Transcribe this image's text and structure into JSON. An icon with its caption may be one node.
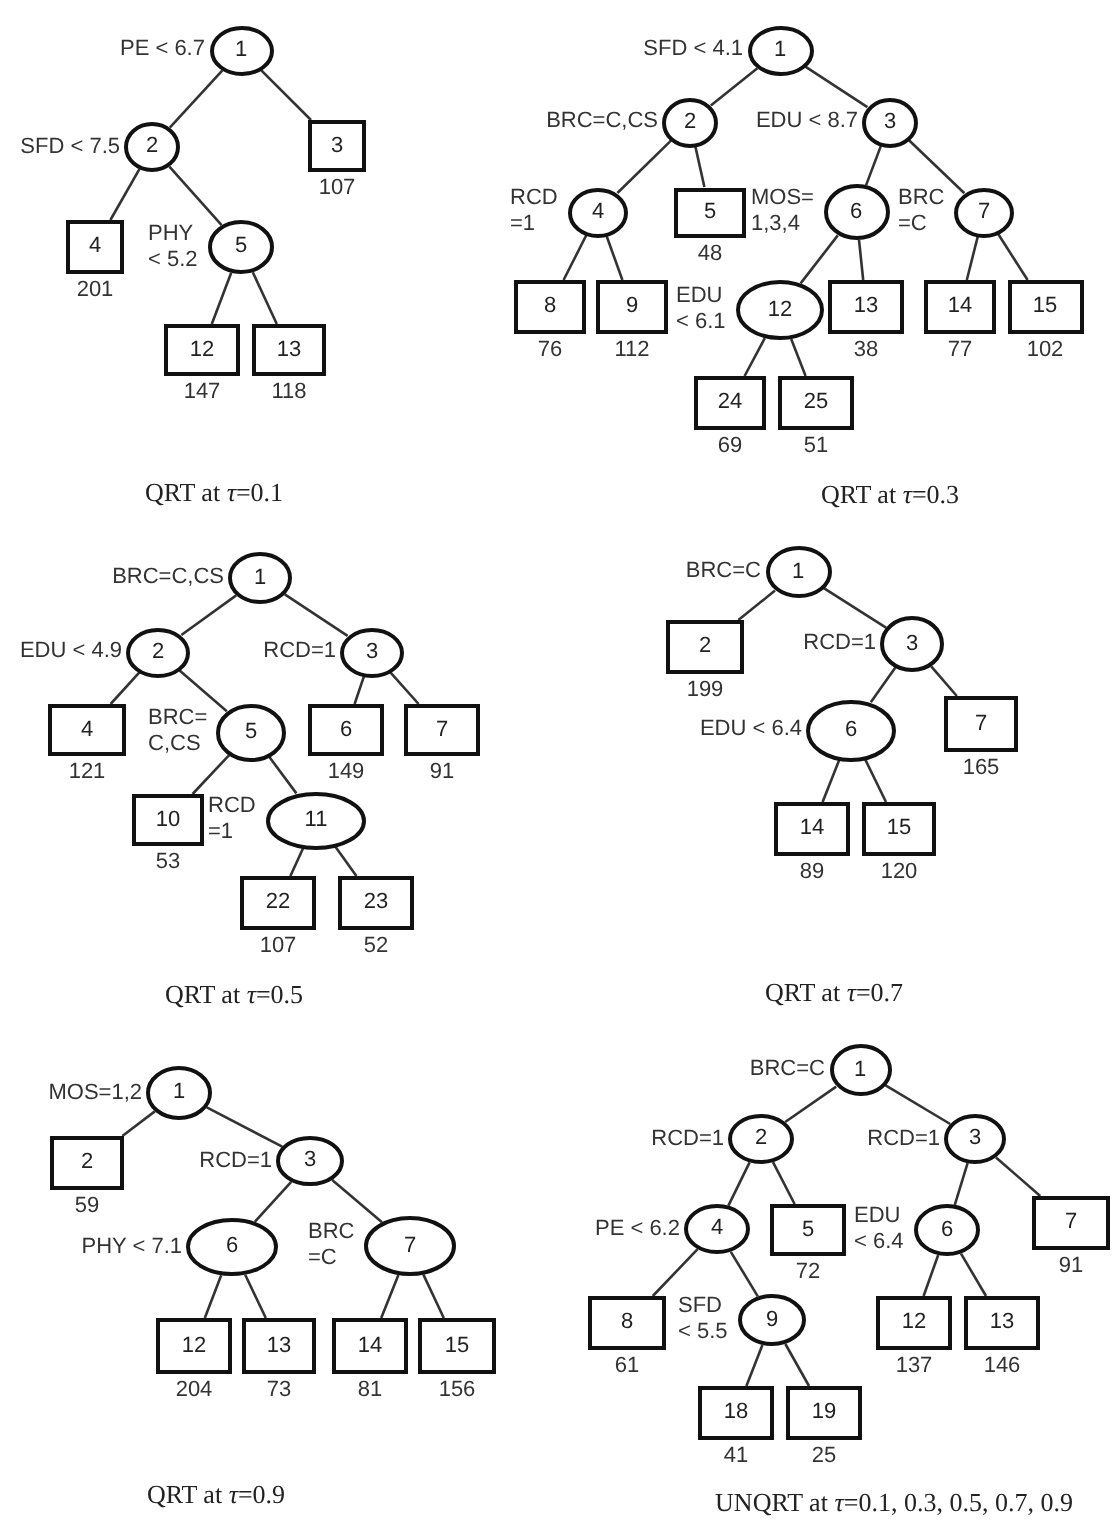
{
  "diagram": {
    "nodes": [
      {
        "text": [
          "1"
        ],
        "beside": [
          "PE < 6.7"
        ]
      },
      {
        "text": [
          "2"
        ],
        "beside": [
          "SFD < 7.5"
        ]
      },
      {
        "text": [
          "3"
        ],
        "beside": [
          "107"
        ]
      },
      {
        "text": [
          "4"
        ],
        "beside": [
          "201"
        ]
      },
      {
        "text": [
          "5"
        ],
        "beside": [
          "PHY < 5.2"
        ]
      },
      {
        "text": [
          "12"
        ],
        "beside": [
          "147"
        ]
      },
      {
        "text": [
          "13"
        ],
        "beside": [
          "118"
        ]
      },
      {
        "text": [
          "1"
        ],
        "beside": [
          "SFD < 4.1"
        ]
      },
      {
        "text": [
          "2"
        ],
        "beside": [
          "BRC=C,CS"
        ]
      },
      {
        "text": [
          "3"
        ],
        "beside": [
          "EDU < 8.7"
        ]
      },
      {
        "text": [
          "4"
        ],
        "beside": [
          "RCD =1"
        ]
      },
      {
        "text": [
          "5"
        ],
        "beside": [
          "48"
        ]
      },
      {
        "text": [
          "6"
        ],
        "beside": [
          "MOS= 1,3,4"
        ]
      },
      {
        "text": [
          "7"
        ],
        "beside": [
          "BRC =C"
        ]
      },
      {
        "text": [
          "8"
        ],
        "beside": [
          "76"
        ]
      },
      {
        "text": [
          "9"
        ],
        "beside": [
          "112"
        ]
      },
      {
        "text": [
          "12"
        ],
        "beside": [
          "EDU < 6.1"
        ]
      },
      {
        "text": [
          "13"
        ],
        "beside": [
          "38"
        ]
      },
      {
        "text": [
          "14"
        ],
        "beside": [
          "77"
        ]
      },
      {
        "text": [
          "15"
        ],
        "beside": [
          "102"
        ]
      },
      {
        "text": [
          "24"
        ],
        "beside": [
          "69"
        ]
      },
      {
        "text": [
          "25"
        ],
        "beside": [
          "51"
        ]
      },
      {
        "text": [
          "1"
        ],
        "beside": [
          "BRC=C,CS"
        ]
      },
      {
        "text": [
          "2"
        ],
        "beside": [
          "EDU < 4.9"
        ]
      },
      {
        "text": [
          "3"
        ],
        "beside": [
          "RCD=1"
        ]
      },
      {
        "text": [
          "4"
        ],
        "beside": [
          "121"
        ]
      },
      {
        "text": [
          "5"
        ],
        "beside": [
          "BRC= C,CS"
        ]
      },
      {
        "text": [
          "6"
        ],
        "beside": [
          "149"
        ]
      },
      {
        "text": [
          "7"
        ],
        "beside": [
          "91"
        ]
      },
      {
        "text": [
          "10"
        ],
        "beside": [
          "53"
        ]
      },
      {
        "text": [
          "11"
        ],
        "beside": [
          "RCD =1"
        ]
      },
      {
        "text": [
          "22"
        ],
        "beside": [
          "107"
        ]
      },
      {
        "text": [
          "23"
        ],
        "beside": [
          "52"
        ]
      },
      {
        "text": [
          "1"
        ],
        "beside": [
          "BRC=C"
        ]
      },
      {
        "text": [
          "2"
        ],
        "beside": [
          "199"
        ]
      },
      {
        "text": [
          "3"
        ],
        "beside": [
          "RCD=1"
        ]
      },
      {
        "text": [
          "6"
        ],
        "beside": [
          "EDU < 6.4"
        ]
      },
      {
        "text": [
          "7"
        ],
        "beside": [
          "165"
        ]
      },
      {
        "text": [
          "14"
        ],
        "beside": [
          "89"
        ]
      },
      {
        "text": [
          "15"
        ],
        "beside": [
          "120"
        ]
      },
      {
        "text": [
          "1"
        ],
        "beside": [
          "MOS=1,2"
        ]
      },
      {
        "text": [
          "2"
        ],
        "beside": [
          "59"
        ]
      },
      {
        "text": [
          "3"
        ],
        "beside": [
          "RCD=1"
        ]
      },
      {
        "text": [
          "6"
        ],
        "beside": [
          "PHY < 7.1"
        ]
      },
      {
        "text": [
          "7"
        ],
        "beside": [
          "BRC =C"
        ]
      },
      {
        "text": [
          "12"
        ],
        "beside": [
          "204"
        ]
      },
      {
        "text": [
          "13"
        ],
        "beside": [
          "73"
        ]
      },
      {
        "text": [
          "14"
        ],
        "beside": [
          "81"
        ]
      },
      {
        "text": [
          "15"
        ],
        "beside": [
          "156"
        ]
      },
      {
        "text": [
          "1"
        ],
        "beside": [
          "BRC=C"
        ]
      },
      {
        "text": [
          "2"
        ],
        "beside": [
          "RCD=1"
        ]
      },
      {
        "text": [
          "3"
        ],
        "beside": [
          "RCD=1"
        ]
      },
      {
        "text": [
          "4"
        ],
        "beside": [
          "PE < 6.2"
        ]
      },
      {
        "text": [
          "5"
        ],
        "beside": [
          "72"
        ]
      },
      {
        "text": [
          "6"
        ],
        "beside": [
          "EDU < 6.4"
        ]
      },
      {
        "text": [
          "7"
        ],
        "beside": [
          "91"
        ]
      },
      {
        "text": [
          "8"
        ],
        "beside": [
          "61"
        ]
      },
      {
        "text": [
          "9"
        ],
        "beside": [
          "SFD < 5.5"
        ]
      },
      {
        "text": [
          "12"
        ],
        "beside": [
          "137"
        ]
      },
      {
        "text": [
          "13"
        ],
        "beside": [
          "146"
        ]
      },
      {
        "text": [
          "18"
        ],
        "beside": [
          "41"
        ]
      },
      {
        "text": [
          "19"
        ],
        "beside": [
          "25"
        ]
      }
    ],
    "edges": [
      {
        "from": 0,
        "to": 1,
        "arrow": "none"
      },
      {
        "from": 0,
        "to": 2,
        "arrow": "none"
      },
      {
        "from": 1,
        "to": 3,
        "arrow": "none"
      },
      {
        "from": 1,
        "to": 4,
        "arrow": "none"
      },
      {
        "from": 4,
        "to": 5,
        "arrow": "none"
      },
      {
        "from": 4,
        "to": 6,
        "arrow": "none"
      },
      {
        "from": 7,
        "to": 8,
        "arrow": "none"
      },
      {
        "from": 7,
        "to": 9,
        "arrow": "none"
      },
      {
        "from": 8,
        "to": 10,
        "arrow": "none"
      },
      {
        "from": 8,
        "to": 11,
        "arrow": "none"
      },
      {
        "from": 9,
        "to": 12,
        "arrow": "none"
      },
      {
        "from": 9,
        "to": 13,
        "arrow": "none"
      },
      {
        "from": 10,
        "to": 14,
        "arrow": "none"
      },
      {
        "from": 10,
        "to": 15,
        "arrow": "none"
      },
      {
        "from": 12,
        "to": 16,
        "arrow": "none"
      },
      {
        "from": 12,
        "to": 17,
        "arrow": "none"
      },
      {
        "from": 13,
        "to": 18,
        "arrow": "none"
      },
      {
        "from": 13,
        "to": 19,
        "arrow": "none"
      },
      {
        "from": 16,
        "to": 20,
        "arrow": "none"
      },
      {
        "from": 16,
        "to": 21,
        "arrow": "none"
      },
      {
        "from": 22,
        "to": 23,
        "arrow": "none"
      },
      {
        "from": 22,
        "to": 24,
        "arrow": "none"
      },
      {
        "from": 23,
        "to": 25,
        "arrow": "none"
      },
      {
        "from": 23,
        "to": 26,
        "arrow": "none"
      },
      {
        "from": 24,
        "to": 27,
        "arrow": "none"
      },
      {
        "from": 24,
        "to": 28,
        "arrow": "none"
      },
      {
        "from": 26,
        "to": 29,
        "arrow": "none"
      },
      {
        "from": 26,
        "to": 30,
        "arrow": "none"
      },
      {
        "from": 30,
        "to": 31,
        "arrow": "none"
      },
      {
        "from": 30,
        "to": 32,
        "arrow": "none"
      },
      {
        "from": 33,
        "to": 34,
        "arrow": "none"
      },
      {
        "from": 33,
        "to": 35,
        "arrow": "none"
      },
      {
        "from": 35,
        "to": 36,
        "arrow": "none"
      },
      {
        "from": 35,
        "to": 37,
        "arrow": "none"
      },
      {
        "from": 36,
        "to": 38,
        "arrow": "none"
      },
      {
        "from": 36,
        "to": 39,
        "arrow": "none"
      },
      {
        "from": 40,
        "to": 41,
        "arrow": "none"
      },
      {
        "from": 40,
        "to": 42,
        "arrow": "none"
      },
      {
        "from": 42,
        "to": 43,
        "arrow": "none"
      },
      {
        "from": 42,
        "to": 44,
        "arrow": "none"
      },
      {
        "from": 43,
        "to": 45,
        "arrow": "none"
      },
      {
        "from": 43,
        "to": 46,
        "arrow": "none"
      },
      {
        "from": 44,
        "to": 47,
        "arrow": "none"
      },
      {
        "from": 44,
        "to": 48,
        "arrow": "none"
      },
      {
        "from": 49,
        "to": 50,
        "arrow": "none"
      },
      {
        "from": 49,
        "to": 51,
        "arrow": "none"
      },
      {
        "from": 50,
        "to": 52,
        "arrow": "none"
      },
      {
        "from": 50,
        "to": 53,
        "arrow": "none"
      },
      {
        "from": 51,
        "to": 54,
        "arrow": "none"
      },
      {
        "from": 51,
        "to": 55,
        "arrow": "none"
      },
      {
        "from": 52,
        "to": 56,
        "arrow": "none"
      },
      {
        "from": 52,
        "to": 57,
        "arrow": "none"
      },
      {
        "from": 54,
        "to": 58,
        "arrow": "none"
      },
      {
        "from": 54,
        "to": 59,
        "arrow": "none"
      },
      {
        "from": 57,
        "to": 60,
        "arrow": "none"
      },
      {
        "from": 57,
        "to": 61,
        "arrow": "none"
      }
    ],
    "labels": [
      "QRT at *τ*=0.1",
      "QRT at *τ*=0.3",
      "QRT at *τ*=0.5",
      "QRT at *τ*=0.7",
      "QRT at *τ*=0.9",
      "UNQRT at *τ*=0.1, 0.3, 0.5, 0.7, 0.9"
    ]
  }
}
